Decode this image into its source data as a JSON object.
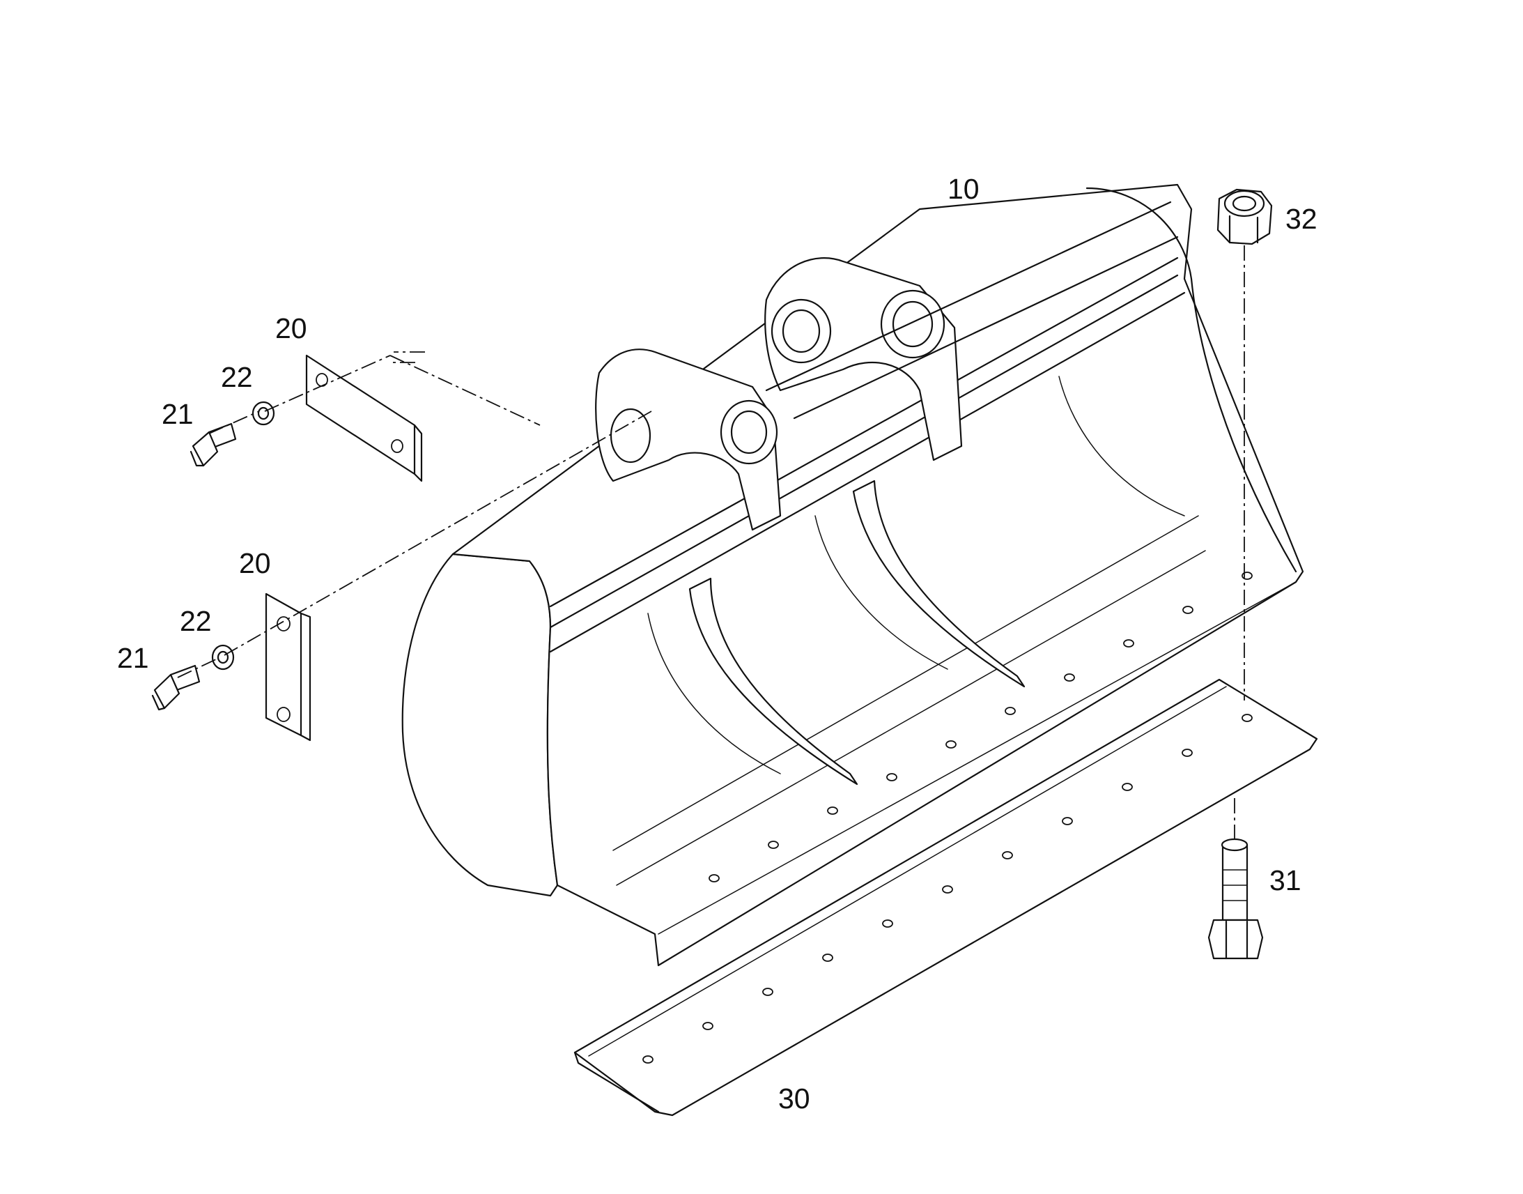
{
  "callouts": {
    "bucket": "10",
    "plate_top": "20",
    "plate_bottom": "20",
    "washer_top": "22",
    "washer_bottom": "22",
    "bolt_top": "21",
    "bolt_bottom": "21",
    "cutting_edge": "30",
    "edge_bolt": "31",
    "edge_nut": "32"
  }
}
